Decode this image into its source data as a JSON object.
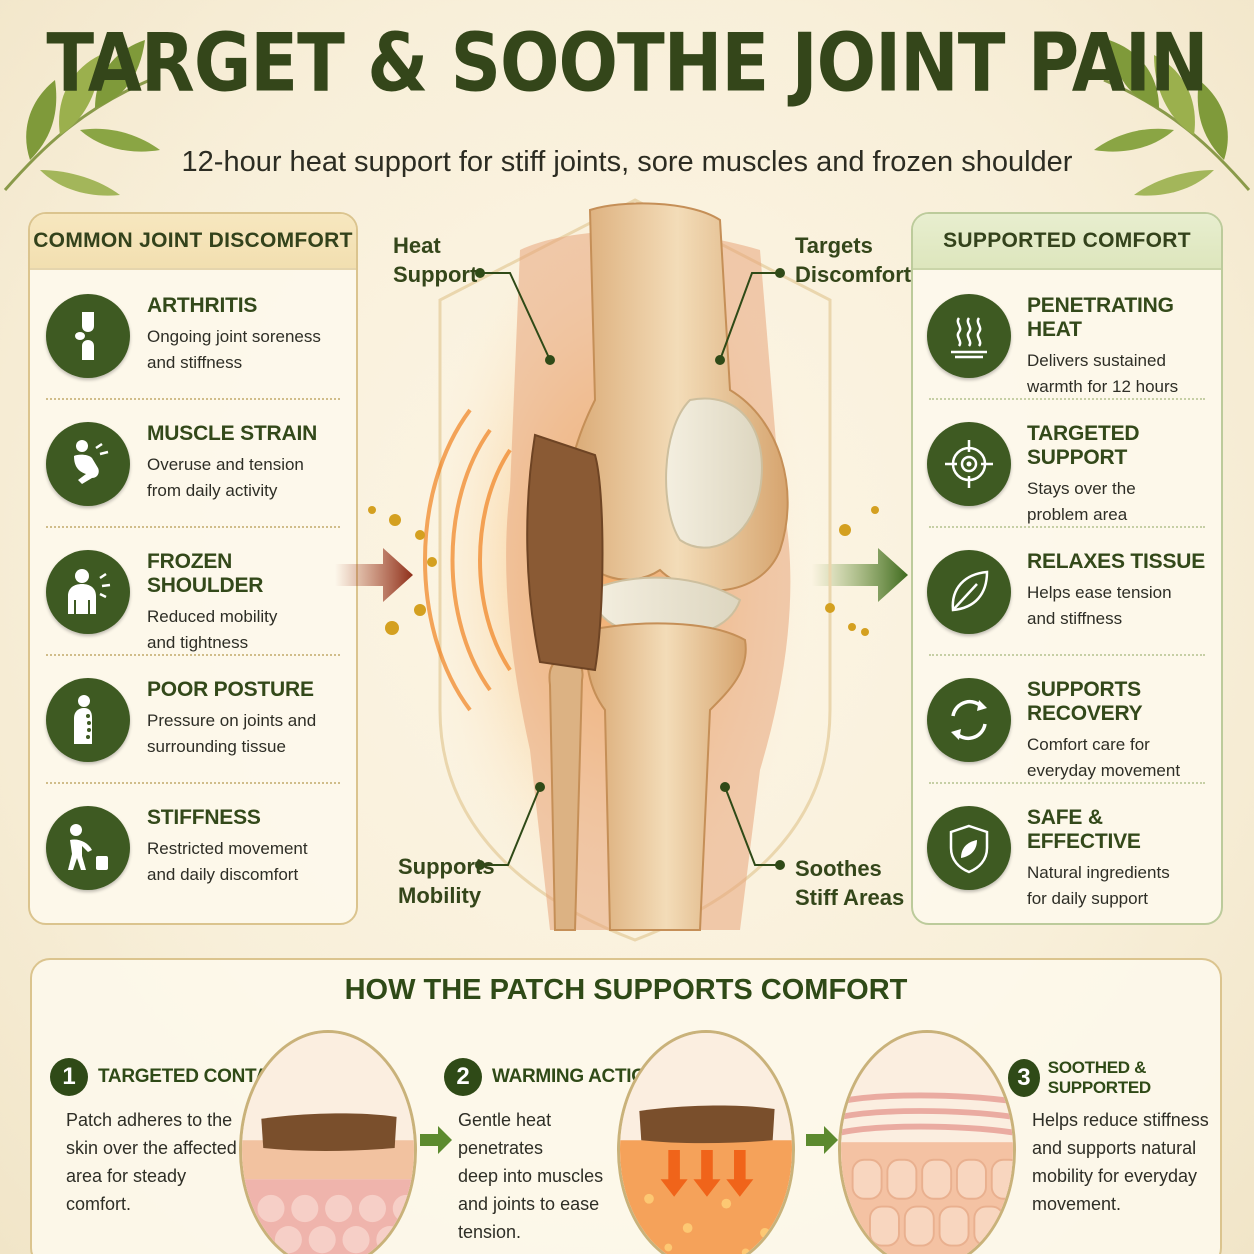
{
  "header": {
    "title": "TARGET & SOOTHE JOINT PAIN",
    "subtitle": "12-hour heat support for stiff joints, sore muscles and frozen shoulder"
  },
  "left_panel": {
    "title": "COMMON JOINT DISCOMFORT",
    "items": [
      {
        "title": "ARTHRITIS",
        "desc1": "Ongoing joint soreness",
        "desc2": "and stiffness",
        "icon": "knee-joint-icon"
      },
      {
        "title": "MUSCLE STRAIN",
        "desc1": "Overuse and tension",
        "desc2": "from daily activity",
        "icon": "muscle-strain-icon"
      },
      {
        "title": "FROZEN SHOULDER",
        "desc1": "Reduced mobility",
        "desc2": "and tightness",
        "icon": "shoulder-pain-icon"
      },
      {
        "title": "POOR POSTURE",
        "desc1": "Pressure on joints and",
        "desc2": "surrounding tissue",
        "icon": "spine-posture-icon"
      },
      {
        "title": "STIFFNESS",
        "desc1": "Restricted movement",
        "desc2": "and daily discomfort",
        "icon": "bent-person-icon"
      }
    ]
  },
  "right_panel": {
    "title": "SUPPORTED COMFORT",
    "items": [
      {
        "title": "PENETRATING HEAT",
        "desc1": "Delivers sustained",
        "desc2": "warmth for 12 hours",
        "icon": "heat-waves-icon"
      },
      {
        "title": "TARGETED SUPPORT",
        "desc1": "Stays over the",
        "desc2": "problem area",
        "icon": "target-icon"
      },
      {
        "title": "RELAXES TISSUE",
        "desc1": "Helps ease tension",
        "desc2": "and stiffness",
        "icon": "leaf-icon"
      },
      {
        "title": "SUPPORTS RECOVERY",
        "desc1": "Comfort care for",
        "desc2": "everyday movement",
        "icon": "recovery-cycle-icon"
      },
      {
        "title": "SAFE & EFFECTIVE",
        "desc1": "Natural ingredients",
        "desc2": "for daily support",
        "icon": "shield-leaf-icon"
      }
    ]
  },
  "callouts": {
    "heat_support": [
      "Heat",
      "Support"
    ],
    "targets_discomfort": [
      "Targets",
      "Discomfort"
    ],
    "supports_mobility": [
      "Supports",
      "Mobility"
    ],
    "soothes_stiff": [
      "Soothes",
      "Stiff Areas"
    ]
  },
  "bottom": {
    "title": "HOW THE PATCH SUPPORTS COMFORT",
    "steps": [
      {
        "num": "1",
        "title": "TARGETED CONTACT",
        "lines": [
          "Patch adheres to the",
          "skin over the affected",
          "area for steady",
          "comfort."
        ]
      },
      {
        "num": "2",
        "title": "WARMING ACTION",
        "lines": [
          "Gentle heat penetrates",
          "deep into muscles",
          "and joints to ease",
          "tension."
        ]
      },
      {
        "num": "3",
        "title": "SOOTHED & SUPPORTED",
        "lines": [
          "Helps reduce stiffness",
          "and supports natural",
          "mobility for everyday",
          "movement."
        ]
      }
    ]
  },
  "colors": {
    "primary_green": "#3e5a22",
    "dark_green": "#2f4a17",
    "gold_border": "#dbc48e",
    "heat_orange": "#f08a1c",
    "patch_brown": "#8a5a34"
  }
}
